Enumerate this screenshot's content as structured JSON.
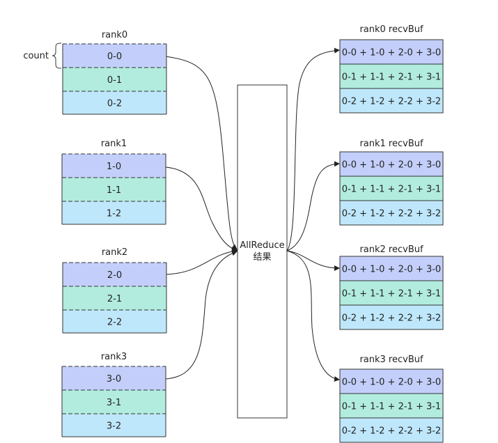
{
  "count_label": "count",
  "center_label_line1": "AllReduce",
  "center_label_line2": "结果",
  "colors": {
    "row0": "#c3cffa",
    "row1": "#b2ecdf",
    "row2": "#bfe7fb",
    "stroke": "#333333",
    "center_fill": "#ffffff"
  },
  "ranks": [
    {
      "name": "rank0",
      "cells": [
        "0-0",
        "0-1",
        "0-2"
      ]
    },
    {
      "name": "rank1",
      "cells": [
        "1-0",
        "1-1",
        "1-2"
      ]
    },
    {
      "name": "rank2",
      "cells": [
        "2-0",
        "2-1",
        "2-2"
      ]
    },
    {
      "name": "rank3",
      "cells": [
        "3-0",
        "3-1",
        "3-2"
      ]
    }
  ],
  "recv": [
    {
      "name": "rank0 recvBuf",
      "cells": [
        "0-0 + 1-0 + 2-0 + 3-0",
        "0-1 + 1-1 + 2-1 + 3-1",
        "0-2 + 1-2 + 2-2 + 3-2"
      ]
    },
    {
      "name": "rank1 recvBuf",
      "cells": [
        "0-0 + 1-0 + 2-0 + 3-0",
        "0-1 + 1-1 + 2-1 + 3-1",
        "0-2 + 1-2 + 2-2 + 3-2"
      ]
    },
    {
      "name": "rank2 recvBuf",
      "cells": [
        "0-0 + 1-0 + 2-0 + 3-0",
        "0-1 + 1-1 + 2-1 + 3-1",
        "0-2 + 1-2 + 2-2 + 3-2"
      ]
    },
    {
      "name": "rank3 recvBuf",
      "cells": [
        "0-0 + 1-0 + 2-0 + 3-0",
        "0-1 + 1-1 + 2-1 + 3-1",
        "0-2 + 1-2 + 2-2 + 3-2"
      ]
    }
  ]
}
